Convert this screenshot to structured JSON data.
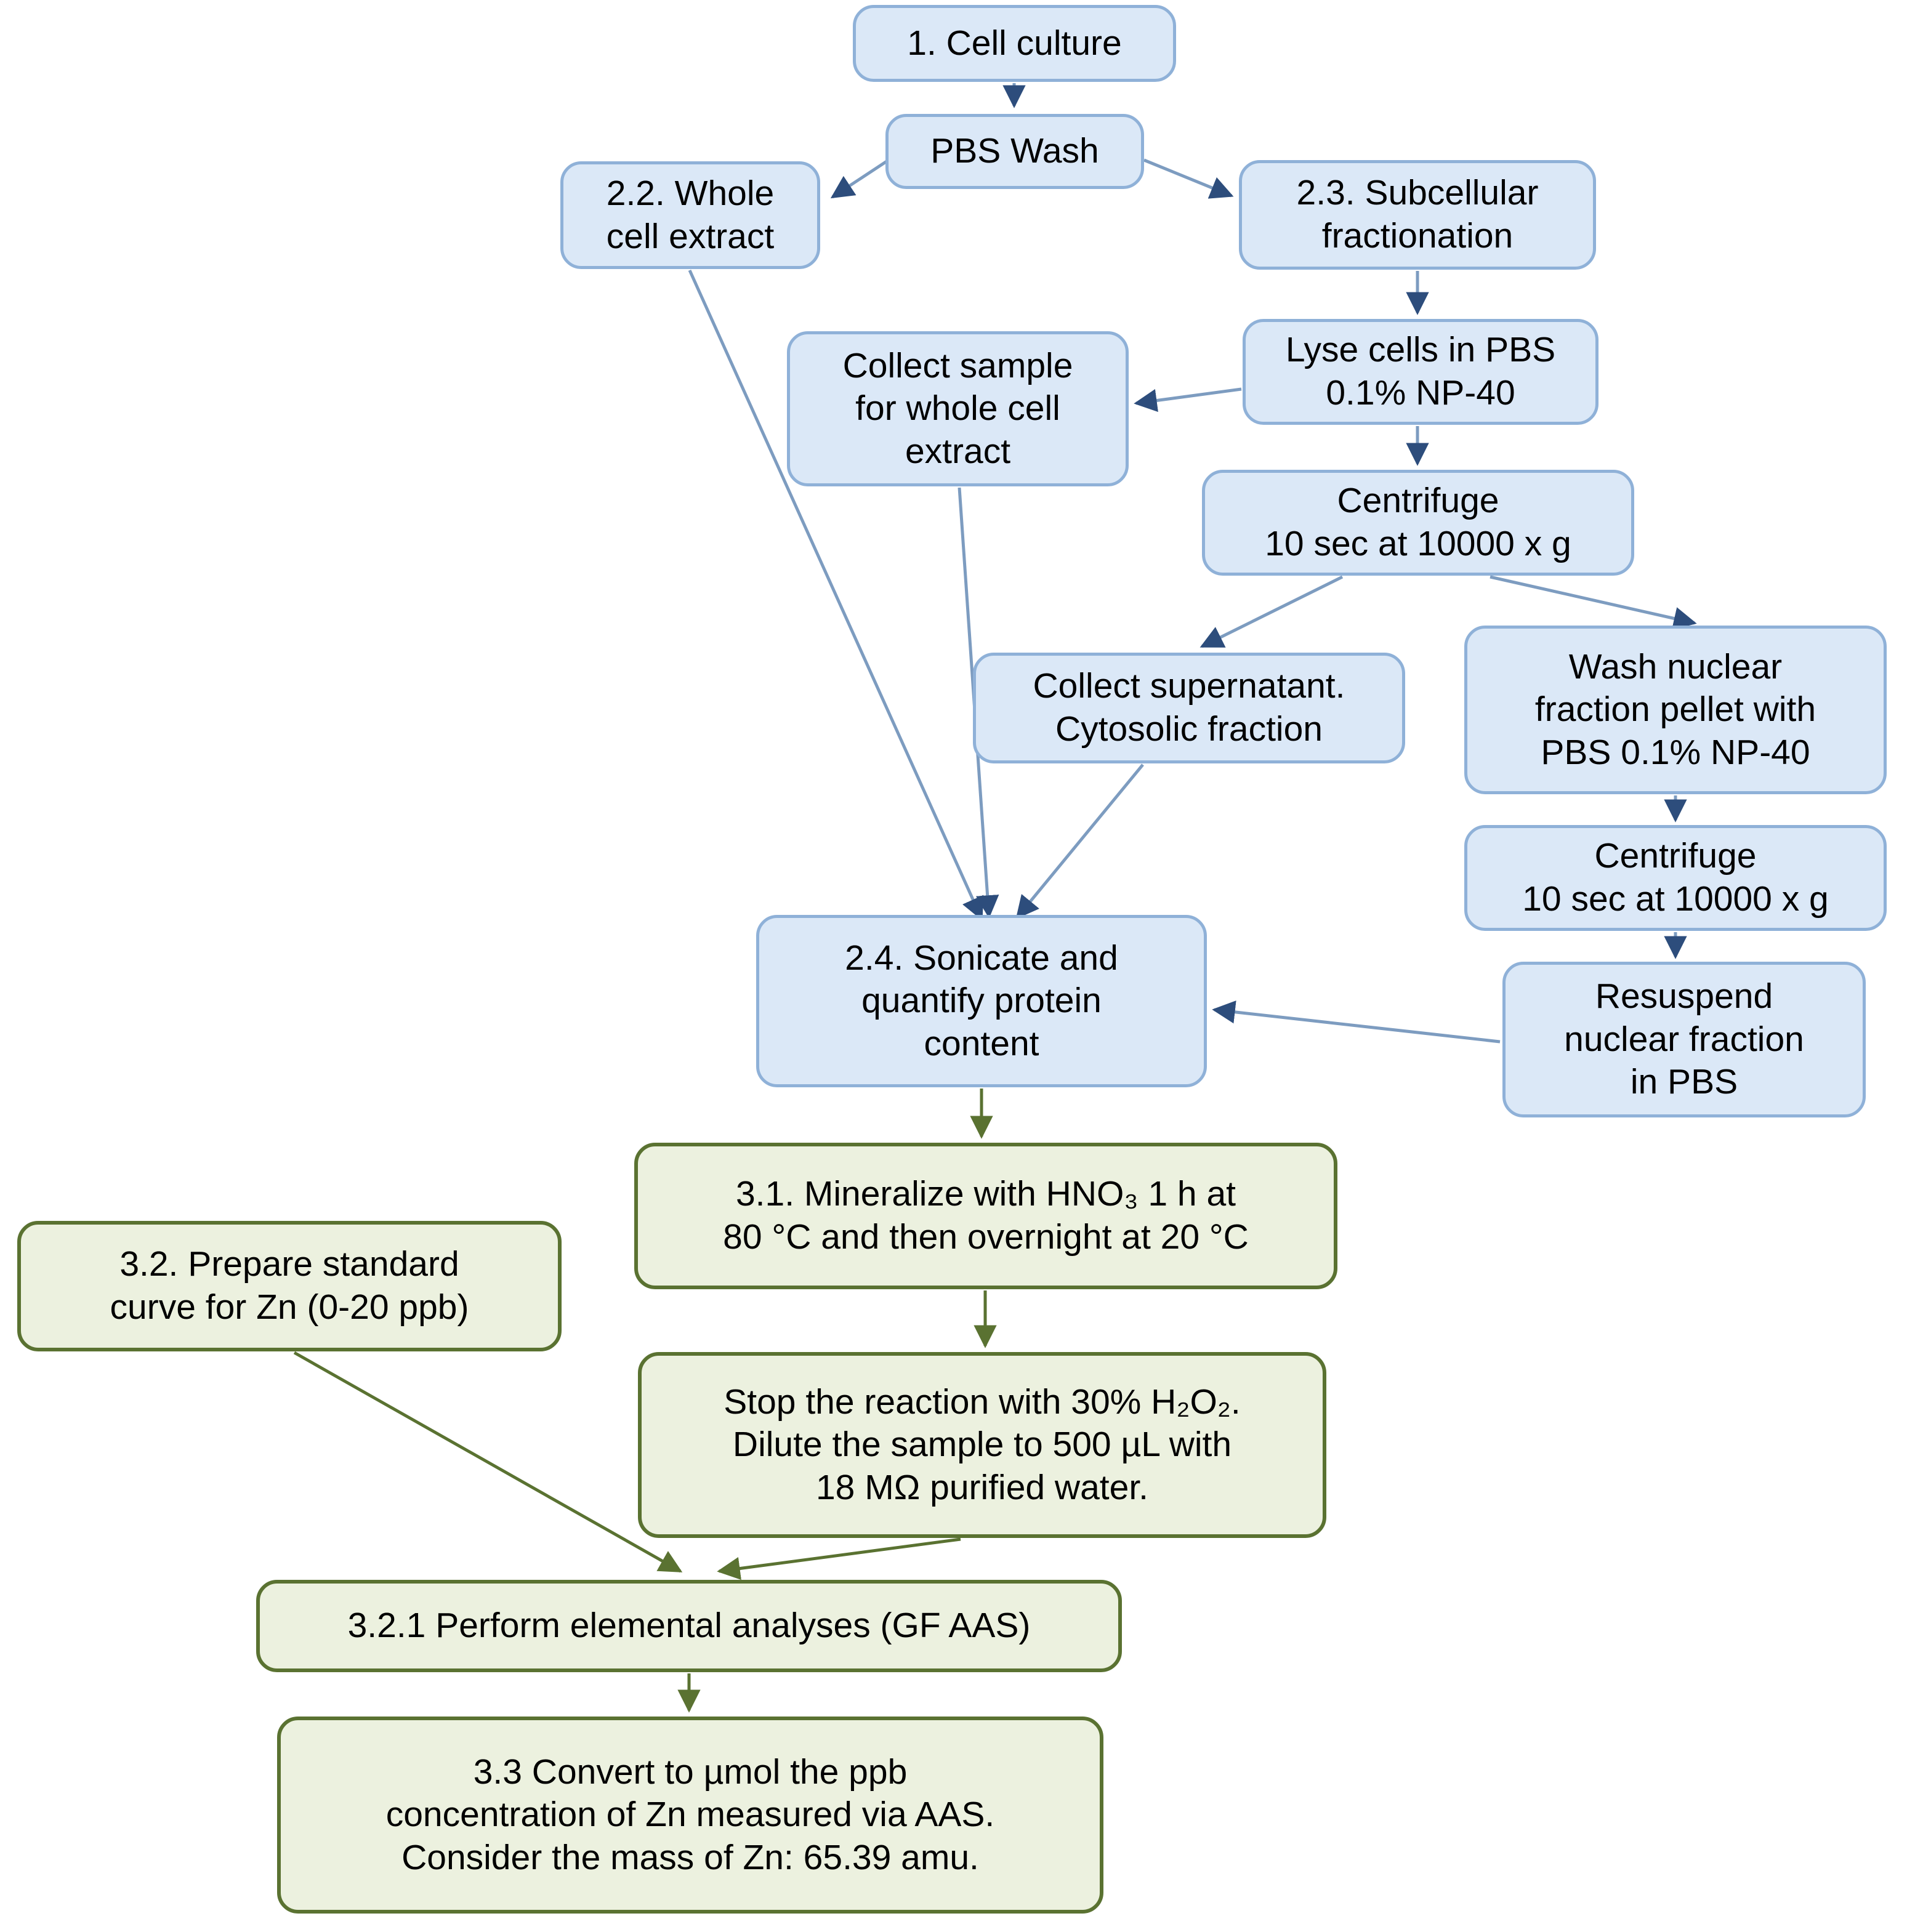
{
  "nodes": {
    "cell_culture": {
      "label": "1. Cell culture"
    },
    "pbs_wash": {
      "label": "PBS Wash"
    },
    "whole_cell_extract": {
      "label": "2.2. Whole\ncell extract"
    },
    "subcellular_fractionation": {
      "label": "2.3. Subcellular\nfractionation"
    },
    "lyse_cells": {
      "label": "Lyse cells in PBS\n0.1% NP-40"
    },
    "collect_sample": {
      "label": "Collect sample\nfor whole cell\nextract"
    },
    "centrifuge_1": {
      "label": "Centrifuge\n10 sec at 10000 x g"
    },
    "collect_supernatant": {
      "label": "Collect supernatant.\nCytosolic fraction"
    },
    "wash_nuclear": {
      "label": "Wash nuclear\nfraction pellet with\nPBS 0.1% NP-40"
    },
    "centrifuge_2": {
      "label": "Centrifuge\n10 sec at 10000 x g"
    },
    "resuspend_nuclear": {
      "label": "Resuspend\nnuclear fraction\nin PBS"
    },
    "sonicate": {
      "label": "2.4. Sonicate and\nquantify protein\ncontent"
    },
    "mineralize": {
      "label": "3.1. Mineralize with HNO₃ 1 h at\n80 °C and then overnight at 20 °C"
    },
    "standard_curve": {
      "label": "3.2. Prepare standard\ncurve for Zn (0-20 ppb)"
    },
    "stop_reaction": {
      "label": "Stop the reaction with 30% H₂O₂.\nDilute the sample to 500 µL with\n18 MΩ purified water."
    },
    "elemental_analyses": {
      "label": "3.2.1 Perform elemental analyses (GF AAS)"
    },
    "convert_umol": {
      "label": "3.3 Convert to µmol the ppb\nconcentration of Zn measured via AAS.\nConsider the mass of Zn:  65.39 amu."
    }
  },
  "colors": {
    "blue_fill": "#dbe8f7",
    "blue_border": "#8fb1d8",
    "blue_arrow": "#7d9cc0",
    "blue_arrowhead": "#2d4d7c",
    "green_fill": "#ecf1df",
    "green_border": "#5a7231",
    "text": "#000000"
  }
}
